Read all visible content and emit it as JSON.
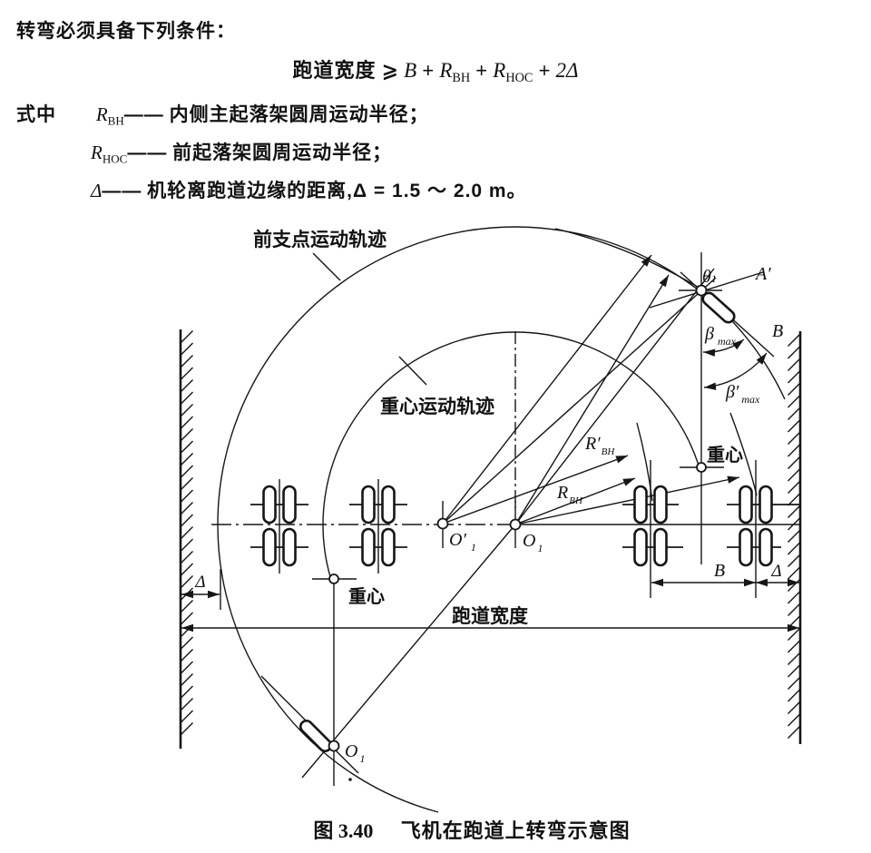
{
  "header": {
    "condition_line": "转弯必须具备下列条件："
  },
  "formula": {
    "lhs": "跑道宽度",
    "relation": "⩾",
    "plus": "+",
    "term_b": "B",
    "r_symbol": "R",
    "sub_bh": "BH",
    "sub_hoc": "HOC",
    "term_2delta": "2Δ"
  },
  "definitions": {
    "prefix": "式中",
    "items": [
      {
        "sym": "R",
        "sub": "BH",
        "dash": "——",
        "text": "内侧主起落架圆周运动半径；"
      },
      {
        "sym": "R",
        "sub": "HOC",
        "dash": "——",
        "text": "前起落架圆周运动半径；"
      },
      {
        "sym": "Δ",
        "sub": "",
        "dash": "——",
        "text": "机轮离跑道边缘的距离,Δ = 1.5 ～ 2.0 m。"
      }
    ]
  },
  "figure": {
    "labels": {
      "front_trajectory": "前支点运动轨迹",
      "cg_trajectory": "重心运动轨迹",
      "cg_right": "重心",
      "cg_left": "重心",
      "runway_width": "跑道宽度",
      "theta": "θ",
      "theta_sub": "1",
      "a_prime": "A′",
      "b_corner": "B",
      "beta": "β",
      "beta_sub": "max",
      "beta_prime": "β′",
      "beta_prime_sub": "max",
      "r_prime": "R′",
      "r_prime_sub": "BH",
      "r_main": "R",
      "r_main_sub": "BH",
      "o_prime": "O′",
      "o_prime_sub": "1",
      "o_center": "O",
      "o_center_sub": "1",
      "o_bottom": "O",
      "o_bottom_sub": "1",
      "dim_b": "B",
      "dim_delta_right": "Δ",
      "dim_delta_left": "Δ"
    },
    "caption": {
      "prefix": "图 3.40",
      "title": "飞机在跑道上转弯示意图"
    }
  }
}
